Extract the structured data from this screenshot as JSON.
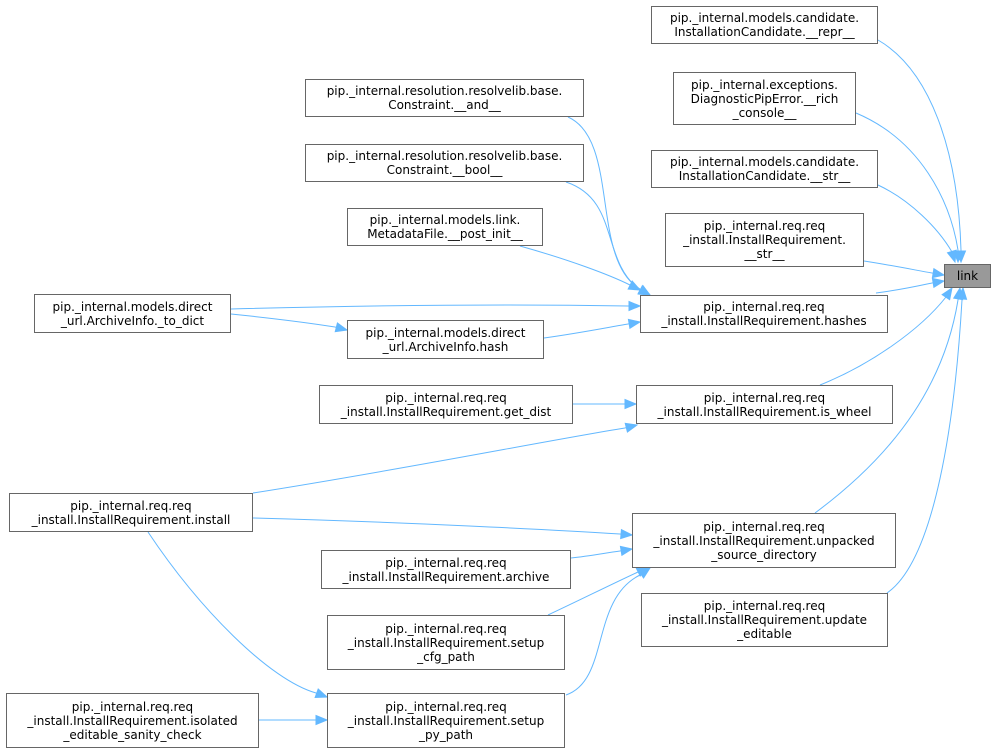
{
  "colors": {
    "edge": "#63b8ff",
    "node_border": "#666666",
    "focus_fill": "#999999"
  },
  "nodes": {
    "link": "link",
    "repr": "pip._internal.models.candidate.\nInstallationCandidate.__repr__",
    "rich_console": "pip._internal.exceptions.\nDiagnosticPipError.__rich\n_console__",
    "cand_str": "pip._internal.models.candidate.\nInstallationCandidate.__str__",
    "req_str": "pip._internal.req.req\n_install.InstallRequirement.\n__str__",
    "constraint_and": "pip._internal.resolution.resolvelib.base.\nConstraint.__and__",
    "constraint_bool": "pip._internal.resolution.resolvelib.base.\nConstraint.__bool__",
    "metadata_post_init": "pip._internal.models.link.\nMetadataFile.__post_init__",
    "hashes": "pip._internal.req.req\n_install.InstallRequirement.hashes",
    "to_dict": "pip._internal.models.direct\n_url.ArchiveInfo._to_dict",
    "archive_hash": "pip._internal.models.direct\n_url.ArchiveInfo.hash",
    "get_dist": "pip._internal.req.req\n_install.InstallRequirement.get_dist",
    "is_wheel": "pip._internal.req.req\n_install.InstallRequirement.is_wheel",
    "install": "pip._internal.req.req\n_install.InstallRequirement.install",
    "unpacked_source": "pip._internal.req.req\n_install.InstallRequirement.unpacked\n_source_directory",
    "archive": "pip._internal.req.req\n_install.InstallRequirement.archive",
    "setup_cfg": "pip._internal.req.req\n_install.InstallRequirement.setup\n_cfg_path",
    "update_editable": "pip._internal.req.req\n_install.InstallRequirement.update\n_editable",
    "isolated_check": "pip._internal.req.req\n_install.InstallRequirement.isolated\n_editable_sanity_check",
    "setup_py": "pip._internal.req.req\n_install.InstallRequirement.setup\n_py_path"
  }
}
